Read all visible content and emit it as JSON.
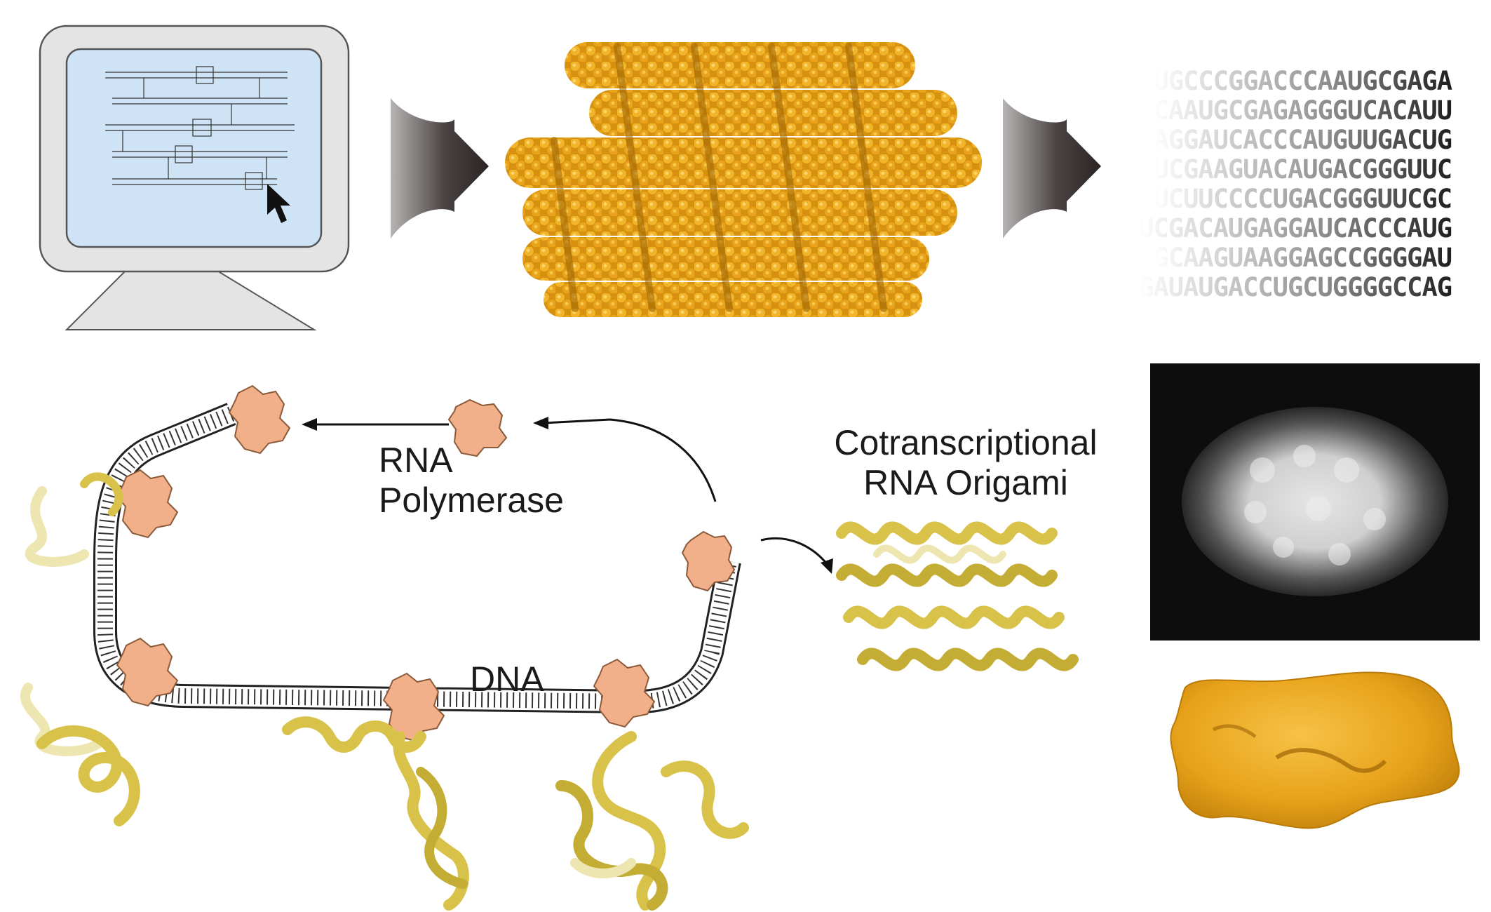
{
  "labels": {
    "rna_polymerase_line1": "RNA",
    "rna_polymerase_line2": "Polymerase",
    "dna": "DNA",
    "cotranscriptional_line1": "Cotranscriptional",
    "cotranscriptional_line2": "RNA Origami"
  },
  "sequence_lines": [
    "UGCCCGGACCCAAUGCGAGA",
    "CAAUGCGAGAGGGUCACAUU",
    "AGGAUCACCCAUGUUGACUG",
    "UCGAAGUACAUGACGGGUUC",
    "UCUUCCCCUGACGGGUUCGC",
    "UCGACAUGAGGAUCACCCAUG",
    "GCAAGUAAGGAGCCGGGGAU",
    "GAUAUGACCUGCUGGGGCCAG"
  ],
  "colors": {
    "origami_gold": "#e8a21a",
    "origami_dark": "#b97a08",
    "polymerase_salmon": "#f2b08a",
    "ribbon_yellow": "#d8c24a",
    "ribbon_pale": "#eee6b0",
    "screen_blue": "#cfe3f7",
    "monitor_gray": "#e4e4e4",
    "arrow_dark": "#2b2424"
  },
  "icons": {
    "computer": "monitor-icon",
    "cursor": "mouse-cursor-icon",
    "arrow": "right-arrow-icon"
  }
}
